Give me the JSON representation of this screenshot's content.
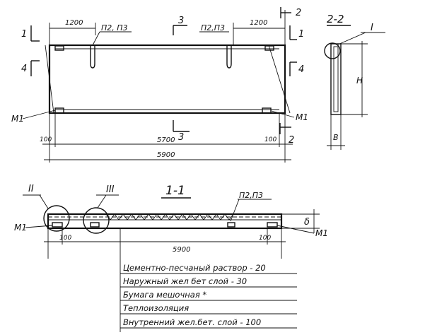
{
  "plan": {
    "dim_left_1200": "1200",
    "dim_right_1200": "1200",
    "anchor_label_left": "П2, П3",
    "anchor_label_right": "П2,П3",
    "dim_100_left": "100",
    "dim_5700": "5700",
    "dim_100_right": "100",
    "dim_5900": "5900",
    "mark_m1_left": "М1",
    "mark_m1_right": "М1",
    "sec_1_top_left": "1",
    "sec_1_top_right": "1",
    "sec_4_left": "4",
    "sec_4_right": "4",
    "sec_3_top": "3",
    "sec_3_bottom": "3",
    "sec_2_top": "2",
    "sec_2_bottom": "2"
  },
  "section_2_2": {
    "title": "2-2",
    "detail_mark": "I",
    "dim_h": "H",
    "dim_b": "B"
  },
  "section_1_1": {
    "title": "1-1",
    "detail_ii": "II",
    "detail_iii": "III",
    "anchor_label": "П2,П3",
    "mark_m1_left": "М1",
    "mark_m1_right": "М1",
    "dim_100_left": "100",
    "dim_5900": "5900",
    "dim_100_right": "100",
    "dim_delta": "δ"
  },
  "legend": [
    "Цементно-песчаный раствор - 20",
    "Наружный жел бет слой - 30",
    "Бумага мешочная *",
    "Теплоизоляция",
    "Внутренний жел.бет. слой - 100"
  ]
}
